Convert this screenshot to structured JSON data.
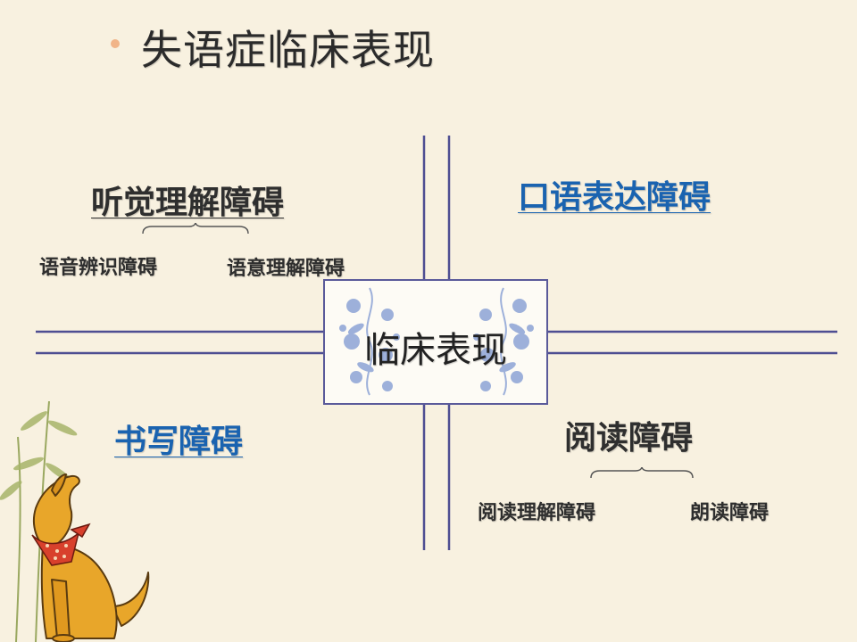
{
  "slide": {
    "title": "失语症临床表现",
    "center": "临床表现",
    "quadrants": {
      "top_left": {
        "label": "听觉理解障碍",
        "subs": [
          "语音辨识障碍",
          "语意理解障碍"
        ]
      },
      "top_right": {
        "label": "口语表达障碍"
      },
      "bottom_left": {
        "label": "书写障碍"
      },
      "bottom_right": {
        "label": "阅读障碍",
        "subs": [
          "阅读理解障碍",
          "朗读障碍"
        ]
      }
    },
    "colors": {
      "background": "#f8f1e0",
      "line": "#4e4e92",
      "link": "#1a63b0",
      "bullet": "#f1b488"
    },
    "icons": [
      "bullet-dot-icon",
      "blue-floral-pattern-icon",
      "howling-dog-illustration-icon",
      "bamboo-illustration-icon"
    ]
  }
}
